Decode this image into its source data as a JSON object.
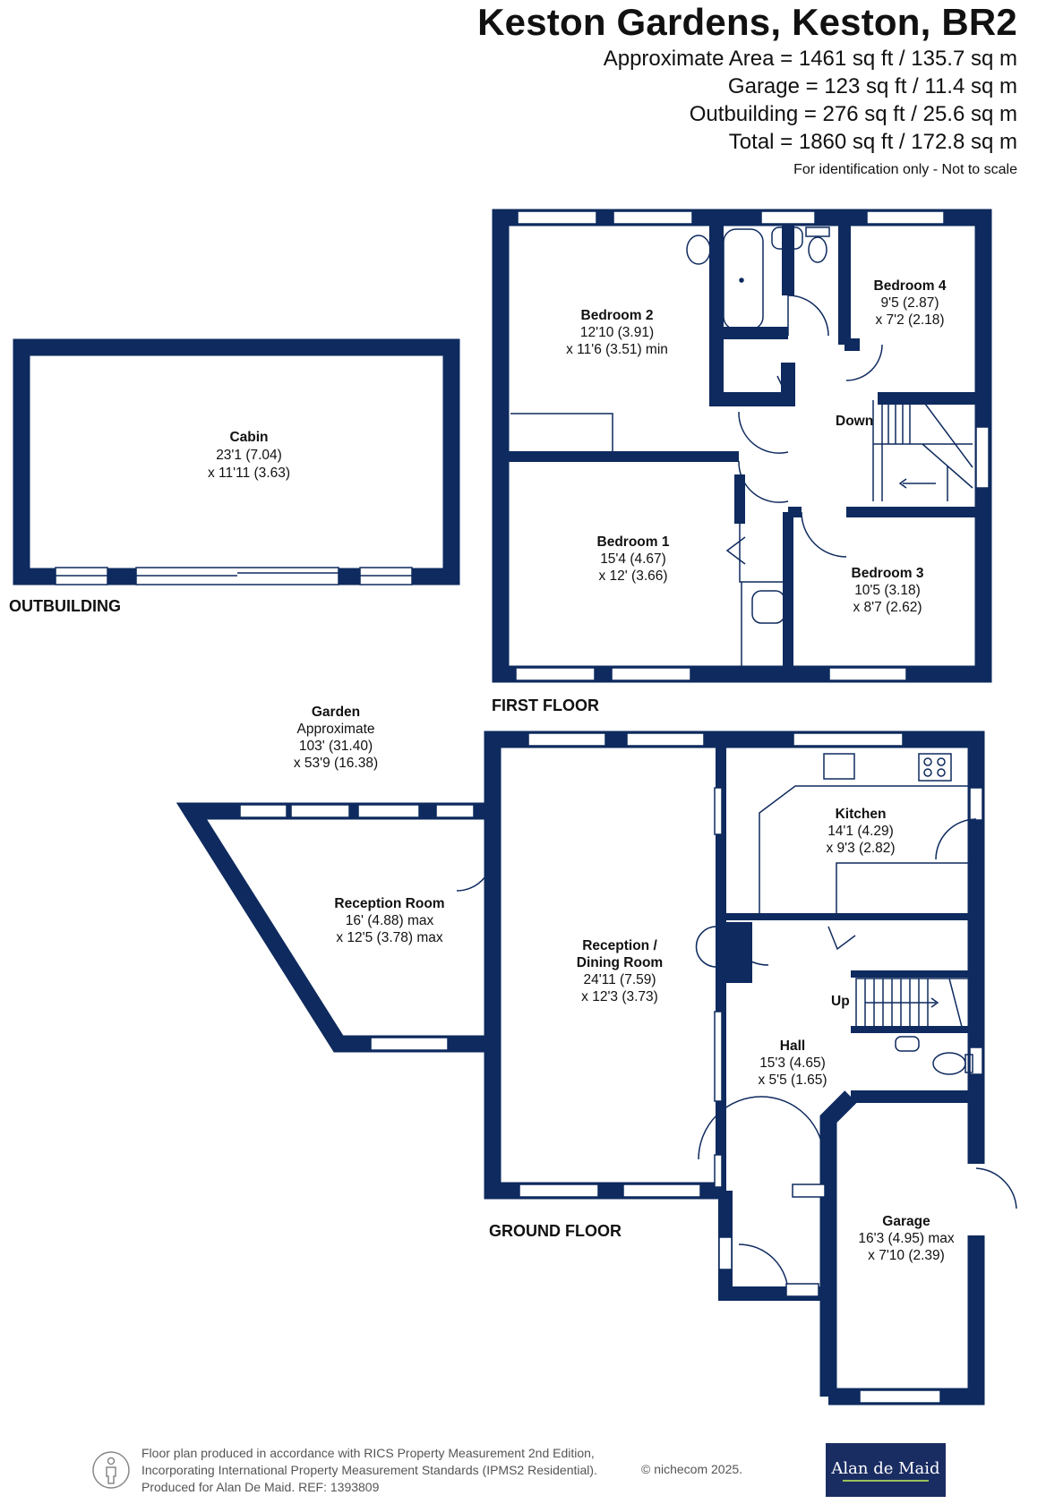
{
  "header": {
    "title": "Keston Gardens, Keston, BR2",
    "areas": [
      "Approximate Area = 1461 sq ft / 135.7 sq m",
      "Garage = 123 sq ft / 11.4 sq m",
      "Outbuilding = 276 sq ft / 25.6 sq m",
      "Total = 1860 sq ft / 172.8 sq m"
    ],
    "note": "For identification only - Not to scale"
  },
  "floors": {
    "outbuilding": "OUTBUILDING",
    "first": "FIRST FLOOR",
    "ground": "GROUND FLOOR"
  },
  "rooms": {
    "cabin": {
      "name": "Cabin",
      "dims": [
        "23'1 (7.04)",
        "x 11'11 (3.63)"
      ]
    },
    "bedroom2": {
      "name": "Bedroom 2",
      "dims": [
        "12'10 (3.91)",
        "x 11'6 (3.51) min"
      ]
    },
    "bedroom4": {
      "name": "Bedroom 4",
      "dims": [
        "9'5 (2.87)",
        "x 7'2 (2.18)"
      ]
    },
    "bedroom1": {
      "name": "Bedroom 1",
      "dims": [
        "15'4 (4.67)",
        "x 12' (3.66)"
      ]
    },
    "bedroom3": {
      "name": "Bedroom 3",
      "dims": [
        "10'5 (3.18)",
        "x 8'7 (2.62)"
      ]
    },
    "garden": {
      "name": "Garden",
      "dims": [
        "Approximate",
        "103' (31.40)",
        "x 53'9 (16.38)"
      ]
    },
    "reception_room": {
      "name": "Reception Room",
      "dims": [
        "16' (4.88) max",
        "x 12'5 (3.78) max"
      ]
    },
    "reception_dining": {
      "name": "Reception /",
      "name2": "Dining Room",
      "dims": [
        "24'11 (7.59)",
        "x 12'3 (3.73)"
      ]
    },
    "kitchen": {
      "name": "Kitchen",
      "dims": [
        "14'1 (4.29)",
        "x 9'3 (2.82)"
      ]
    },
    "hall": {
      "name": "Hall",
      "dims": [
        "15'3 (4.65)",
        "x 5'5 (1.65)"
      ]
    },
    "garage": {
      "name": "Garage",
      "dims": [
        "16'3 (4.95) max",
        "x 7'10 (2.39)"
      ]
    }
  },
  "stairs": {
    "down": "Down",
    "up": "Up"
  },
  "footer": {
    "lines": [
      "Floor plan produced in accordance with RICS Property Measurement 2nd Edition,",
      "Incorporating International Property Measurement Standards (IPMS2 Residential).",
      "Produced for Alan De Maid.   REF: 1393809"
    ],
    "copyright": "© nichecom 2025.",
    "brand": "Alan de Maid"
  },
  "colors": {
    "wall": "#0e2a5e",
    "brand": "#1a2d63",
    "brand_accent": "#9ac25b"
  }
}
